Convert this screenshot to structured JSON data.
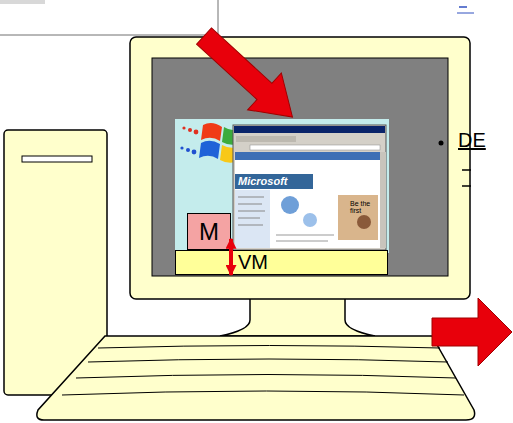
{
  "diagram": {
    "nodes": [
      {
        "text": [
          "M"
        ]
      },
      {
        "text": [
          "VM"
        ]
      }
    ],
    "edges": [
      {
        "from": 0,
        "to": 1,
        "arrow": "both"
      }
    ],
    "labels": [
      "Microsoft",
      "Be the first",
      "DE"
    ]
  }
}
